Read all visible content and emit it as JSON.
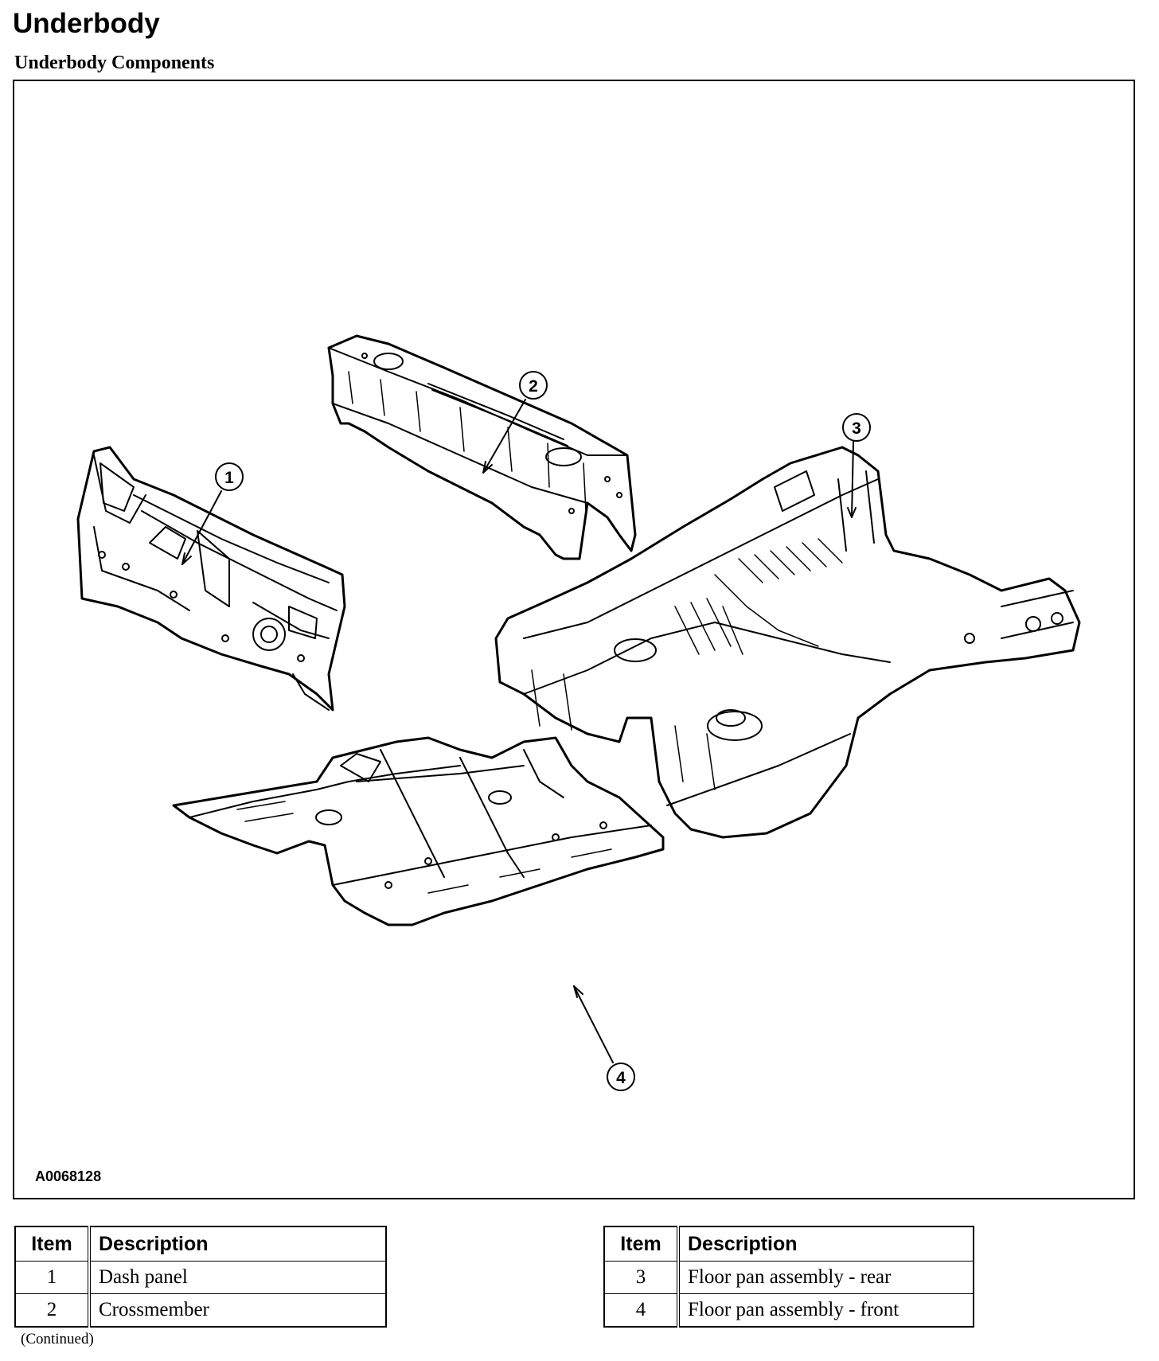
{
  "header": {
    "title": "Underbody",
    "subtitle": "Underbody Components"
  },
  "figure": {
    "id": "A0068128",
    "callouts": [
      "1",
      "2",
      "3",
      "4"
    ]
  },
  "table_left": {
    "headers": [
      "Item",
      "Description"
    ],
    "rows": [
      {
        "item": "1",
        "description": "Dash panel"
      },
      {
        "item": "2",
        "description": "Crossmember"
      }
    ]
  },
  "table_right": {
    "headers": [
      "Item",
      "Description"
    ],
    "rows": [
      {
        "item": "3",
        "description": "Floor pan assembly - rear"
      },
      {
        "item": "4",
        "description": "Floor pan assembly - front"
      }
    ]
  },
  "footer": {
    "note": "(Continued)"
  }
}
